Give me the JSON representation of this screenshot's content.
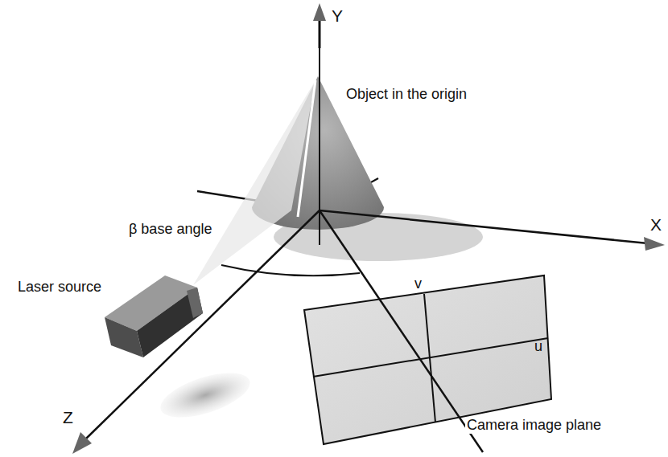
{
  "diagram": {
    "labels": [
      "Y",
      "Object in the origin",
      "X",
      "β base angle",
      "Laser source",
      "Z",
      "v",
      "u",
      "Camera image plane"
    ]
  }
}
